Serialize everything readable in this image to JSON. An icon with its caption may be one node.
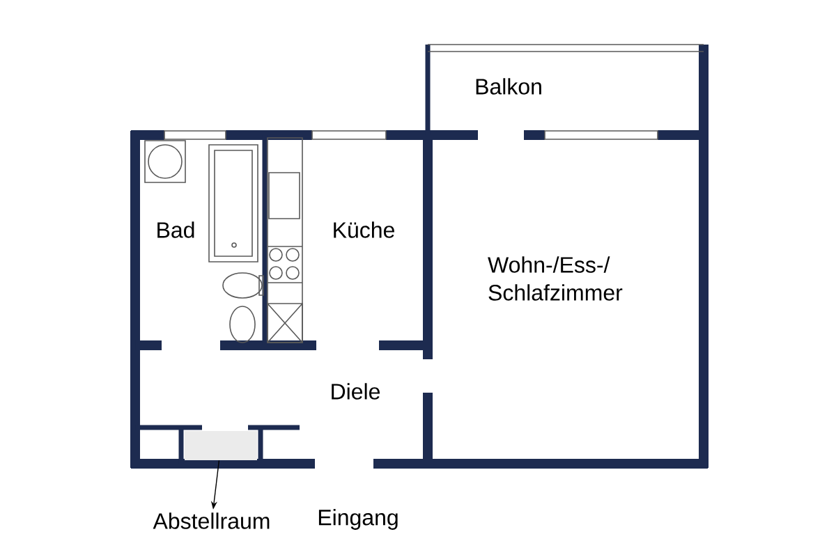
{
  "diagram": {
    "nodes": [
      {
        "text": [],
        "shape": "box"
      },
      {
        "text": [
          "Abstellraum"
        ]
      }
    ],
    "edges": [
      {
        "from": 0,
        "to": 1,
        "arrow": "to"
      }
    ],
    "labels": [
      "Balkon",
      "Bad",
      "Küche",
      "Wohn-/Ess-/ Schlafzimmer",
      "Diele",
      "Eingang"
    ]
  }
}
